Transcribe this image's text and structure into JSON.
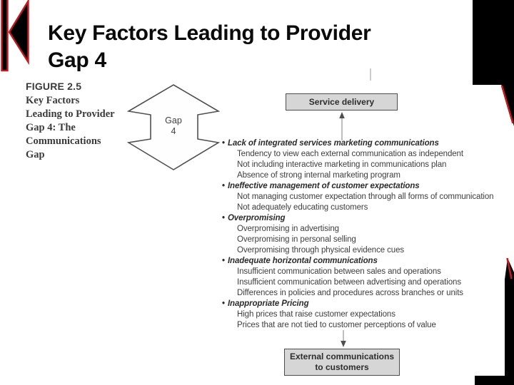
{
  "slide": {
    "title_lines": [
      "Key Factors Leading to Provider",
      "Gap 4"
    ]
  },
  "figure_caption": {
    "label": "FIGURE 2.5",
    "lines": [
      "Key Factors",
      "Leading to Provider",
      "Gap 4: The",
      "Communications",
      "Gap"
    ]
  },
  "diagram": {
    "top_box": "Service delivery",
    "bottom_box_lines": [
      "External communications",
      "to customers"
    ],
    "gap_label_lines": [
      "Gap",
      "4"
    ],
    "factors": [
      {
        "heading": "Lack of integrated services marketing communications",
        "items": [
          "Tendency to view each external communication as independent",
          "Not including interactive marketing in communications plan",
          "Absence of strong internal marketing program"
        ]
      },
      {
        "heading": "Ineffective management of customer expectations",
        "items": [
          "Not managing customer expectation through all forms of communication",
          "Not adequately educating customers"
        ]
      },
      {
        "heading": "Overpromising",
        "items": [
          "Overpromising in advertising",
          "Overpromising in personal selling",
          "Overpromising through physical evidence cues"
        ]
      },
      {
        "heading": "Inadequate horizontal communications",
        "items": [
          "Insufficient communication between sales and operations",
          "Insufficient communication between advertising and operations",
          "Differences in policies and procedures across branches or units"
        ]
      },
      {
        "heading": "Inappropriate Pricing",
        "items": [
          "High prices that raise customer expectations",
          "Prices that are not tied to customer perceptions of value"
        ]
      }
    ]
  },
  "icons": {
    "bullet": "•",
    "corner_logo": "previous-track-glyph"
  },
  "colors": {
    "accent_red": "#c41a1f",
    "box_fill": "#d6d6d6",
    "box_border": "#4d4d4d",
    "arrow_outline": "#4f4f4f",
    "decoration_black": "#000000"
  }
}
